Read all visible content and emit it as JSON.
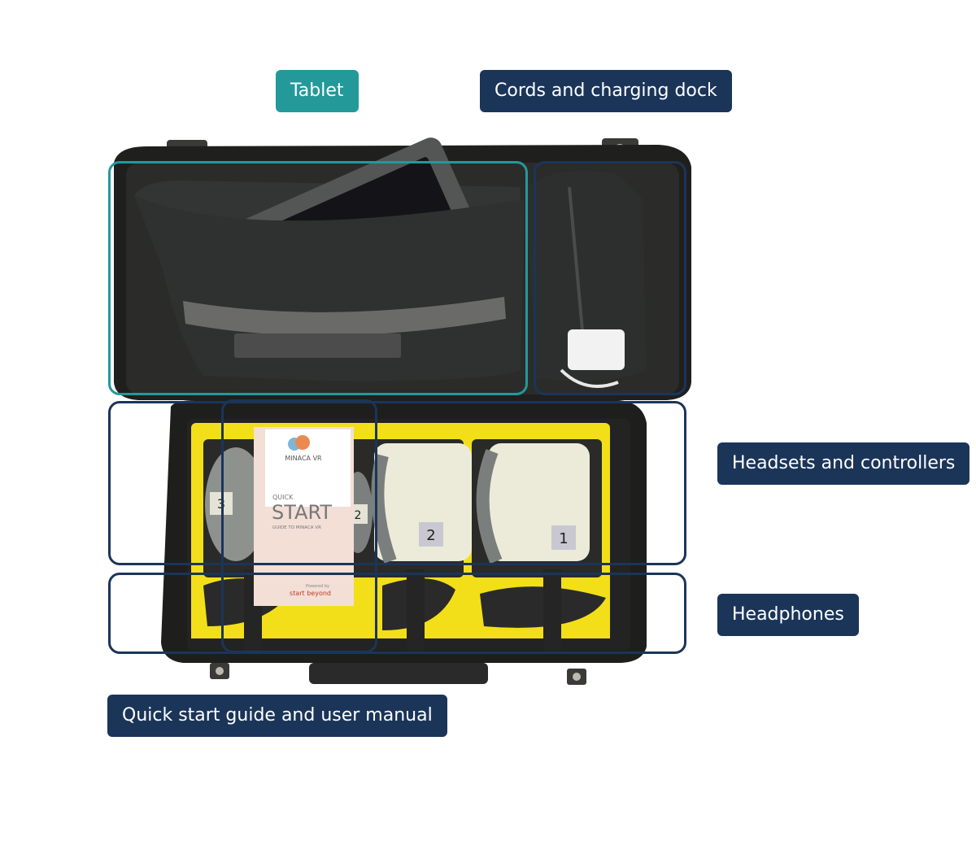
{
  "labels": {
    "tablet": "Tablet",
    "cords": "Cords and charging dock",
    "headsets": "Headsets and controllers",
    "headphones": "Headphones",
    "guide": "Quick start guide and user manual"
  },
  "guide_card": {
    "brand": "MINACA VR",
    "line1": "QUICK",
    "line2": "START",
    "line3": "GUIDE TO MINACA VR",
    "footer_small": "Powered by",
    "footer_brand": "start beyond"
  },
  "headset_numbers": [
    "3",
    "2",
    "2",
    "1"
  ],
  "colors": {
    "navy": "#1b3559",
    "teal": "#23999a",
    "case_black": "#1c1c1c",
    "foam_yellow": "#f2df1a",
    "headset_white": "#ecebd9"
  }
}
